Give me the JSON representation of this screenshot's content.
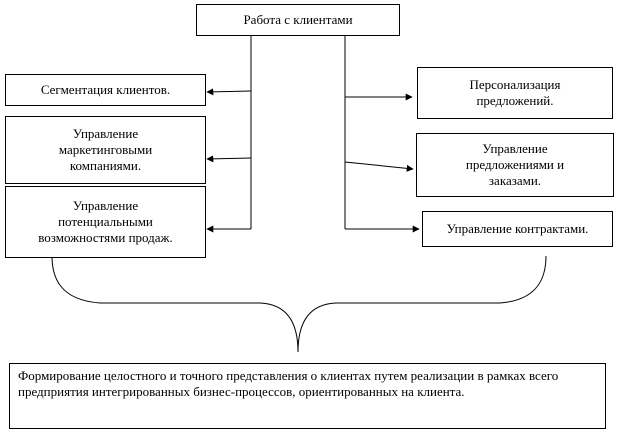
{
  "diagram": {
    "root": {
      "label": "Работа с клиентами"
    },
    "left_nodes": [
      {
        "label": "Сегментация клиентов."
      },
      {
        "label": "Управление\nмаркетинговыми\nкомпаниями."
      },
      {
        "label": "Управление\nпотенциальными\nвозможностями продаж."
      }
    ],
    "right_nodes": [
      {
        "label": "Персонализация\nпредложений."
      },
      {
        "label": "Управление\nпредложениями и\nзаказами."
      },
      {
        "label": "Управление контрактами."
      }
    ],
    "result": {
      "label": "Формирование целостного и точного представления о клиентах путем реализации в рамках всего предприятия интегрированных бизнес-процессов, ориентированных на клиента."
    }
  }
}
